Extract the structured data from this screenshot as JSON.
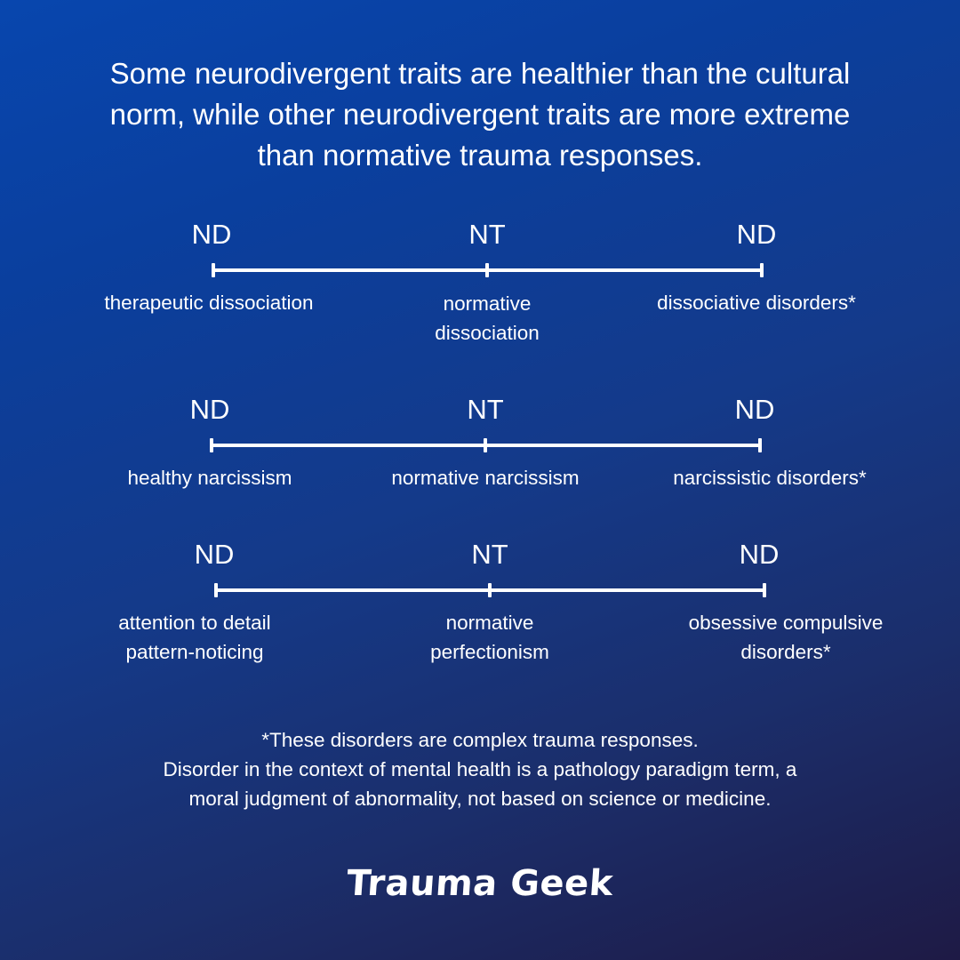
{
  "headline": "Some neurodivergent traits are healthier than the cultural norm, while other neurodivergent traits are more extreme than normative trauma responses.",
  "spectrums": [
    {
      "markers": {
        "left": "ND",
        "center": "NT",
        "right": "ND"
      },
      "labels": {
        "left": "therapeutic dissociation",
        "center": "normative\ndissociation",
        "right": "dissociative disorders*"
      }
    },
    {
      "markers": {
        "left": "ND",
        "center": "NT",
        "right": "ND"
      },
      "labels": {
        "left": "healthy narcissism",
        "center": "normative narcissism",
        "right": "narcissistic disorders*"
      }
    },
    {
      "markers": {
        "left": "ND",
        "center": "NT",
        "right": "ND"
      },
      "labels": {
        "left": "attention to detail\npattern-noticing",
        "center": "normative\nperfectionism",
        "right": "obsessive compulsive\ndisorders*"
      }
    }
  ],
  "footnote": "*These disorders are complex trauma responses.\nDisorder in the context of mental health is a pathology paradigm term, a\nmoral judgment of abnormality, not based on science or medicine.",
  "brand": "Trauma Geek",
  "colors": {
    "text": "#ffffff",
    "background_top": "#0846ae",
    "background_bottom": "#1e1a45"
  }
}
